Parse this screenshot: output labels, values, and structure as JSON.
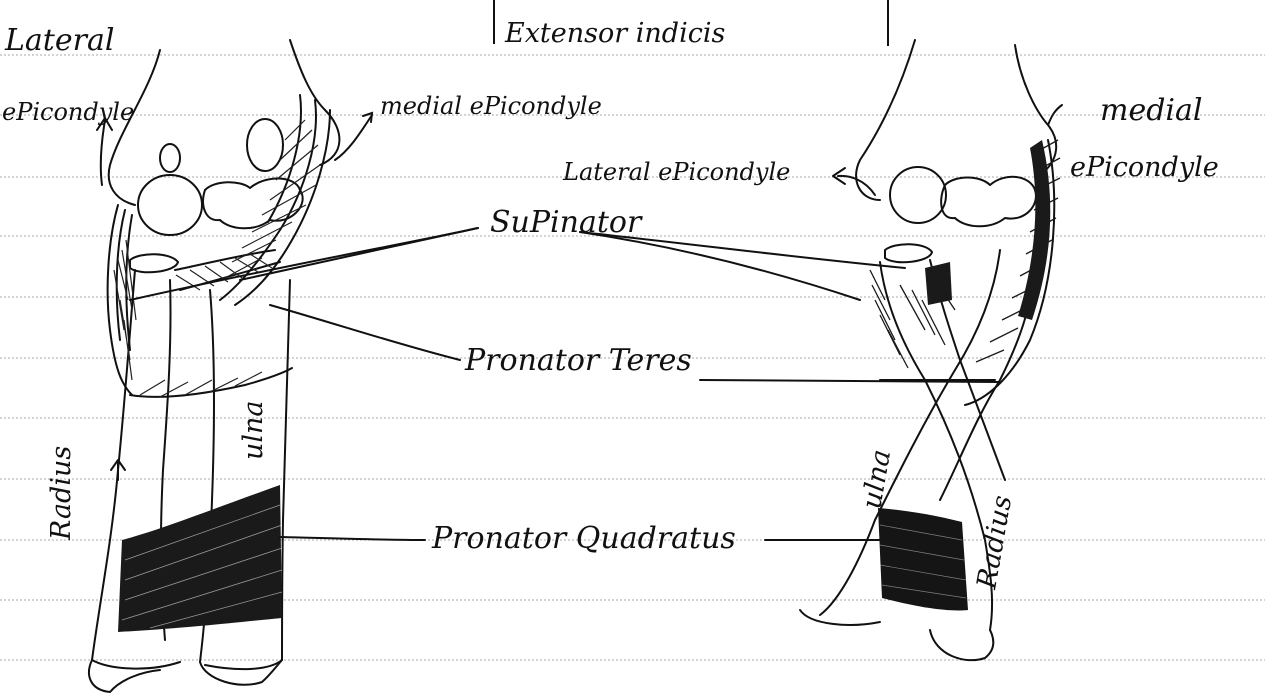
{
  "labels": {
    "top_center": "Extensor indicis",
    "left_lateral_epicondyle_line1": "Lateral",
    "left_lateral_epicondyle_line2": "ePicondyle",
    "left_medial_epicondyle": "medial ePicondyle",
    "right_lateral_epicondyle": "Lateral ePicondyle",
    "right_medial_epicondyle_line1": "medial",
    "right_medial_epicondyle_line2": "ePicondyle",
    "supinator": "SuPinator",
    "pronator_teres": "Pronator Teres",
    "pronator_quadratus": "Pronator Quadratus",
    "left_radius": "Radius",
    "left_ulna": "ulna",
    "right_ulna": "ulna",
    "right_radius": "Radius"
  },
  "colors": {
    "ink": "#111111",
    "rule_line": "#9a9a9a",
    "paper": "#ffffff"
  }
}
